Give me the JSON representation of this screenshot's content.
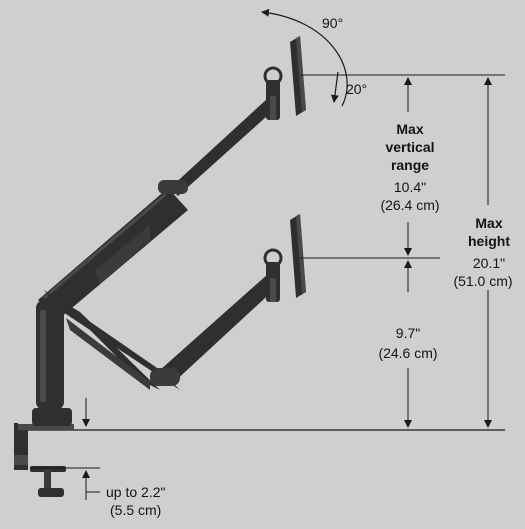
{
  "rotation": {
    "yaw": "90°",
    "tilt": "20°"
  },
  "vertical_range": {
    "heading_line1": "Max",
    "heading_line2": "vertical",
    "heading_line3": "range",
    "imperial": "10.4\"",
    "metric": "(26.4 cm)"
  },
  "max_height": {
    "heading_line1": "Max",
    "heading_line2": "height",
    "imperial": "20.1\"",
    "metric": "(51.0 cm)"
  },
  "lower_height": {
    "imperial": "9.7\"",
    "metric": "(24.6 cm)"
  },
  "clamp": {
    "imperial": "up to 2.2\"",
    "metric": "(5.5 cm)"
  },
  "colors": {
    "background": "#cfcfd0",
    "arm_body": "#2f2f31",
    "arm_highlight": "#4a4a4c",
    "line": "#1a1a1a"
  }
}
